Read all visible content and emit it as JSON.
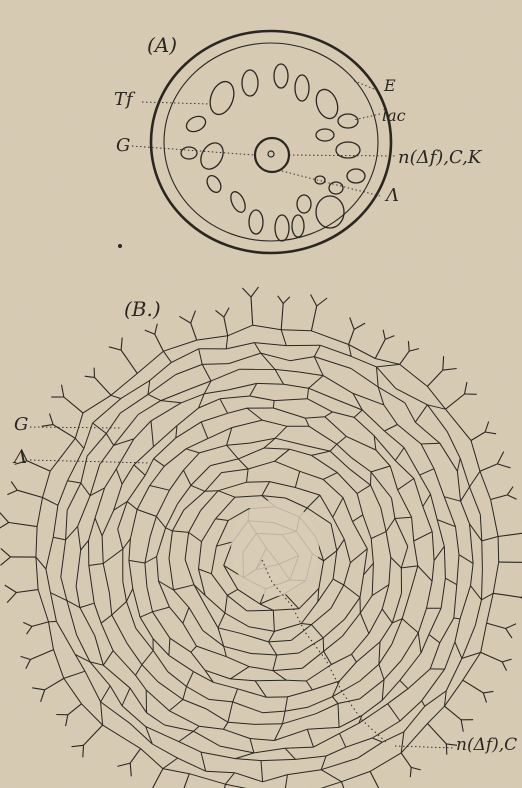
{
  "figure_a": {
    "panel_label": "(A)",
    "labels": {
      "tf": "Tf",
      "g": "G",
      "e": "E",
      "lac": "lac",
      "n": "n(Δf),C,K",
      "lambda": "Λ"
    }
  },
  "figure_b": {
    "panel_label": "(B.)",
    "labels": {
      "g": "G",
      "lambda": "Λ",
      "n": "n(Δf),C"
    }
  },
  "colors": {
    "paper": "#d9cdb6",
    "ink": "#2b2620"
  }
}
